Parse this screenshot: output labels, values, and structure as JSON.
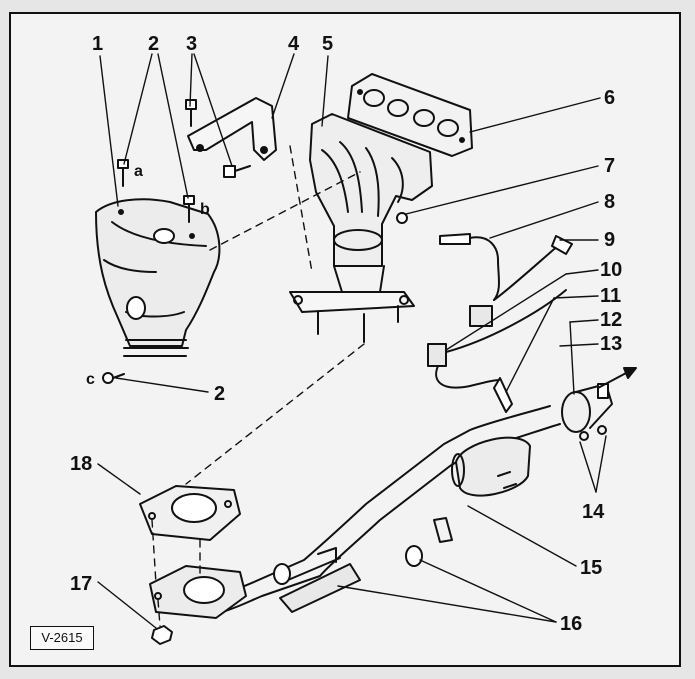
{
  "figure": {
    "code": "V-2615",
    "callouts": {
      "n1": "1",
      "n2a": "2",
      "n2b": "2",
      "n3": "3",
      "n4": "4",
      "n5": "5",
      "n6": "6",
      "n7": "7",
      "n8": "8",
      "n9": "9",
      "n10": "10",
      "n11": "11",
      "n12": "12",
      "n13": "13",
      "n14": "14",
      "n15": "15",
      "n16": "16",
      "n17": "17",
      "n18": "18"
    },
    "sub_labels": {
      "a": "a",
      "b": "b",
      "c": "c"
    }
  }
}
